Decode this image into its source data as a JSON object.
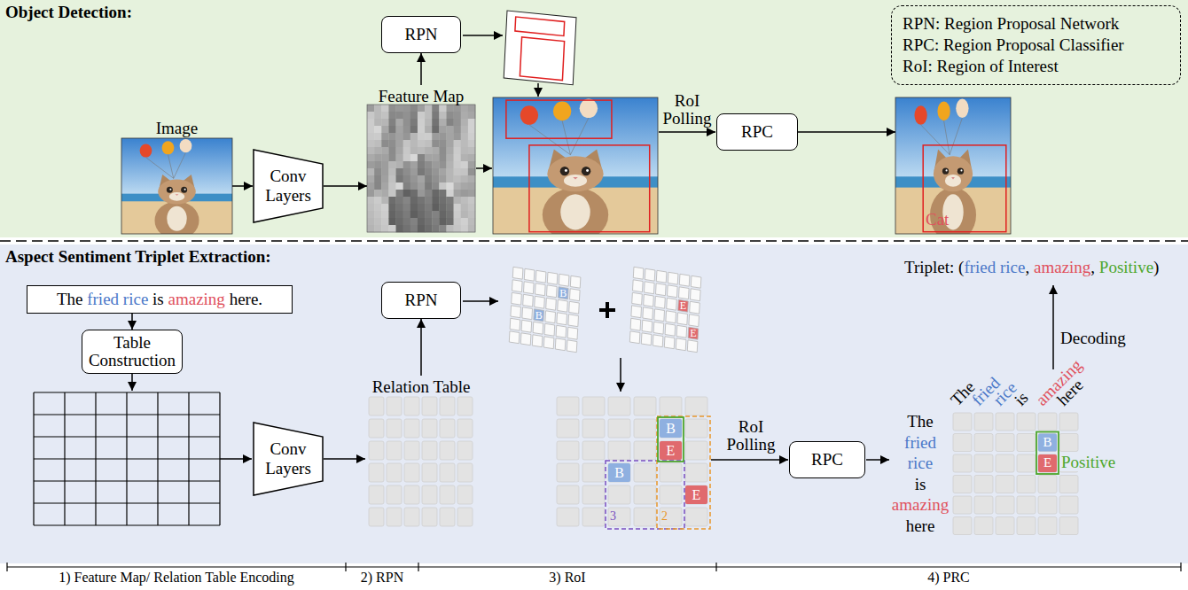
{
  "diagram": {
    "nodes": [
      {
        "text": [
          "Object Detection:"
        ]
      },
      {
        "text": [
          "RPN: Region Proposal Network",
          "RPC: Region Proposal Classifier",
          "RoI: Region of Interest"
        ],
        "in": 0
      },
      {
        "text": [
          "RPN"
        ],
        "in": 0
      },
      {
        "text": [
          "Image"
        ],
        "in": 0
      },
      {
        "text": [
          "Conv Layers"
        ],
        "in": 0
      },
      {
        "text": [
          "Feature Map"
        ],
        "in": 0
      },
      {
        "text": [
          "RPC"
        ],
        "in": 0
      },
      {
        "text": [
          "Cat"
        ],
        "in": 0
      },
      {
        "text": [
          "Aspect Sentiment Triplet Extraction:"
        ]
      },
      {
        "text": [
          "The fried rice is amazing here."
        ],
        "in": 8
      },
      {
        "text": [
          "Table Construction"
        ],
        "in": 8
      },
      {
        "text": [
          "Conv Layers"
        ],
        "in": 8
      },
      {
        "text": [
          "RPN"
        ],
        "in": 8
      },
      {
        "text": [
          "Relation Table"
        ],
        "in": 8
      },
      {
        "text": [
          "RPC"
        ],
        "in": 8
      }
    ],
    "edges": [
      {
        "from": 3,
        "to": 4,
        "arrow": "to"
      },
      {
        "from": 4,
        "to": 5,
        "arrow": "to"
      },
      {
        "from": 5,
        "to": 2,
        "arrow": "to"
      },
      {
        "from": 6,
        "to": 7,
        "arrow": "to"
      },
      {
        "from": 9,
        "to": 10,
        "arrow": "to"
      },
      {
        "from": 11,
        "to": 13,
        "arrow": "to"
      },
      {
        "from": 13,
        "to": 12,
        "arrow": "to"
      }
    ],
    "labels": [
      "RoI Polling",
      "B",
      "B",
      "E",
      "E",
      "B",
      "E",
      "B",
      "E",
      "3",
      "2",
      "RoI Polling",
      "The",
      "fried",
      "rice",
      "is",
      "amazing",
      "here",
      "The",
      "fried",
      "rice",
      "is",
      "amazing",
      "here",
      "B",
      "E",
      "Positive",
      "Decoding",
      "Triplet: (fried rice, amazing, Positive)",
      "1) Feature Map/ Relation Table Encoding",
      "2) RPN",
      "3) RoI",
      "4) PRC"
    ]
  }
}
